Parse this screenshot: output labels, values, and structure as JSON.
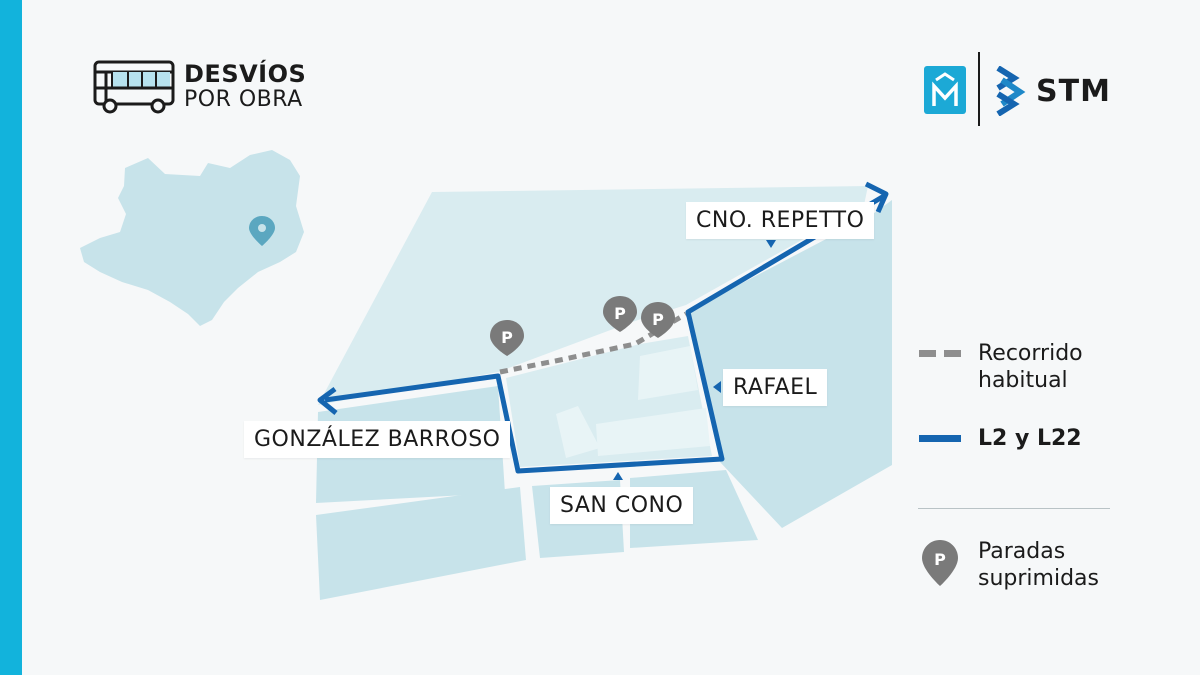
{
  "header": {
    "title_main": "DESVÍOS",
    "title_sub": "POR OBRA",
    "icon": "bus-icon"
  },
  "logo": {
    "text": "STM",
    "icon_left": "montevideo-m-logo",
    "icon_right": "stm-arrows-logo"
  },
  "streets": {
    "repetto": "CNO. REPETTO",
    "rafael": "RAFAEL",
    "gonzalez": "GONZÁLEZ BARROSO",
    "san_cono": "SAN CONO"
  },
  "stops": {
    "marker_letter": "P",
    "count": 3
  },
  "legend": {
    "habitual_line1": "Recorrido",
    "habitual_line2": "habitual",
    "lines": "L2 y L22",
    "paradas_line1": "Paradas",
    "paradas_line2": "suprimidas"
  },
  "colors": {
    "accent": "#12b3dc",
    "route": "#1565b0",
    "habitual": "#8e8e8e",
    "block": "#c7e3ea",
    "stop": "#7a7a7a"
  }
}
